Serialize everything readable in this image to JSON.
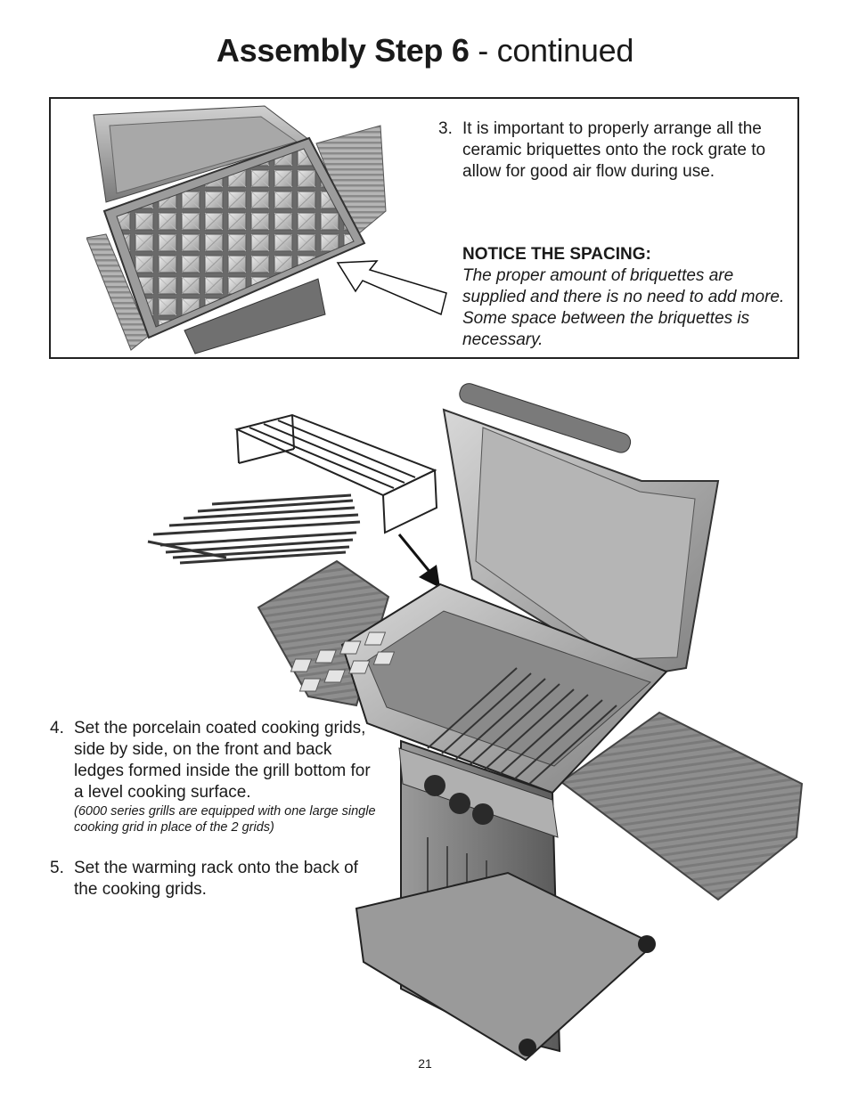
{
  "page": {
    "title_bold": "Assembly Step 6",
    "title_rest": "- continued",
    "page_number": "21"
  },
  "step3": {
    "number": "3.",
    "text": "It is important to properly arrange all the ceramic briquettes onto the rock grate to allow for good air flow during use.",
    "notice_heading": "NOTICE THE SPACING:",
    "notice_text": "The proper amount of briquettes are supplied and there is no need to add more. Some space between the briquettes is necessary."
  },
  "step4": {
    "number": "4.",
    "text": "Set the porcelain coated cooking grids, side by side, on the front and back ledges formed inside the grill bottom for a level cooking surface.",
    "note": "(6000 series grills are equipped with one large single cooking grid in place of the 2 grids)"
  },
  "step5": {
    "number": "5.",
    "text": "Set the warming rack onto the back of the cooking grids."
  },
  "colors": {
    "frame": "#222222",
    "metal_light": "#c8c8c8",
    "metal_mid": "#8f8f8f",
    "metal_dark": "#4a4a4a"
  }
}
